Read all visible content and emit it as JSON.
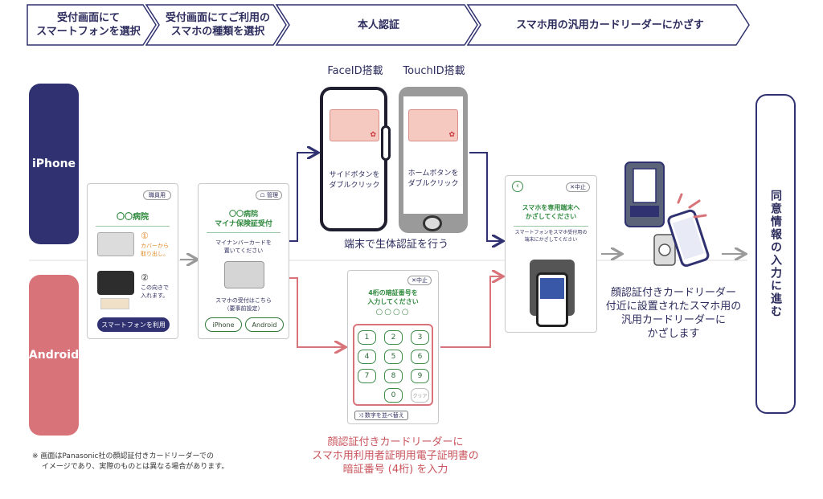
{
  "steps": [
    "受付画面にて\nスマートフォンを選択",
    "受付画面にてご利用の\nスマホの種類を選択",
    "本人認証",
    "スマホ用の汎用カードリーダーにかざす"
  ],
  "rows": {
    "iphone": "iPhone",
    "android": "Android"
  },
  "card1": {
    "tag": "職員用",
    "hospital": "〇〇病院",
    "step1_num": "①",
    "step1_text": "カバーから\n取り出し。",
    "step2_num": "②",
    "step2_text": "この向きで\n入れます。",
    "button": "スマートフォンを利用"
  },
  "card2": {
    "tag": "☖ 管理",
    "title": "〇〇病院\nマイナ保険証受付",
    "msg": "マイナンバーカードを\n置いてください",
    "note": "スマホの受付はこちら\n（要事前設定）",
    "btn_iphone": "iPhone",
    "btn_android": "Android"
  },
  "face": {
    "label": "FaceID搭載",
    "instruction": "サイドボタンを\nダブルクリック"
  },
  "touch": {
    "label": "TouchID搭載",
    "instruction": "ホームボタンを\nダブルクリック"
  },
  "biometric_caption": "端末で生体認証を行う",
  "keypad": {
    "cancel": "✕中止",
    "title": "4桁の暗証番号を\n入力してください",
    "dots": "○○○○",
    "keys": [
      "1",
      "2",
      "3",
      "4",
      "5",
      "6",
      "7",
      "8",
      "9",
      "0",
      "クリア"
    ],
    "shuffle": "⤨ 数字を並べ替え"
  },
  "pin_caption": "顔認証付きカードリーダーに\nスマホ用利用者証明用電子証明書の\n暗証番号 (4桁) を入力",
  "reader": {
    "back": "‹",
    "cancel": "✕中止",
    "title": "スマホを専用端末へ\nかざしてください",
    "msg": "スマートフォンをスマホ受付用の\n端末にかざしてください"
  },
  "reader_caption": "顔認証付きカードリーダー\n付近に設置されたスマホ用の\n汎用カードリーダーに\nかざします",
  "final": "同意情報の入力に進む",
  "footnote": "※ 画面はPanasonic社の顔認証付きカードリーダーでの\n　 イメージであり、実際のものとは異なる場合があります。",
  "colors": {
    "navy": "#2f3170",
    "pink": "#d9737a",
    "green": "#2f8a3e",
    "gray_arrow": "#9a9a9a"
  }
}
